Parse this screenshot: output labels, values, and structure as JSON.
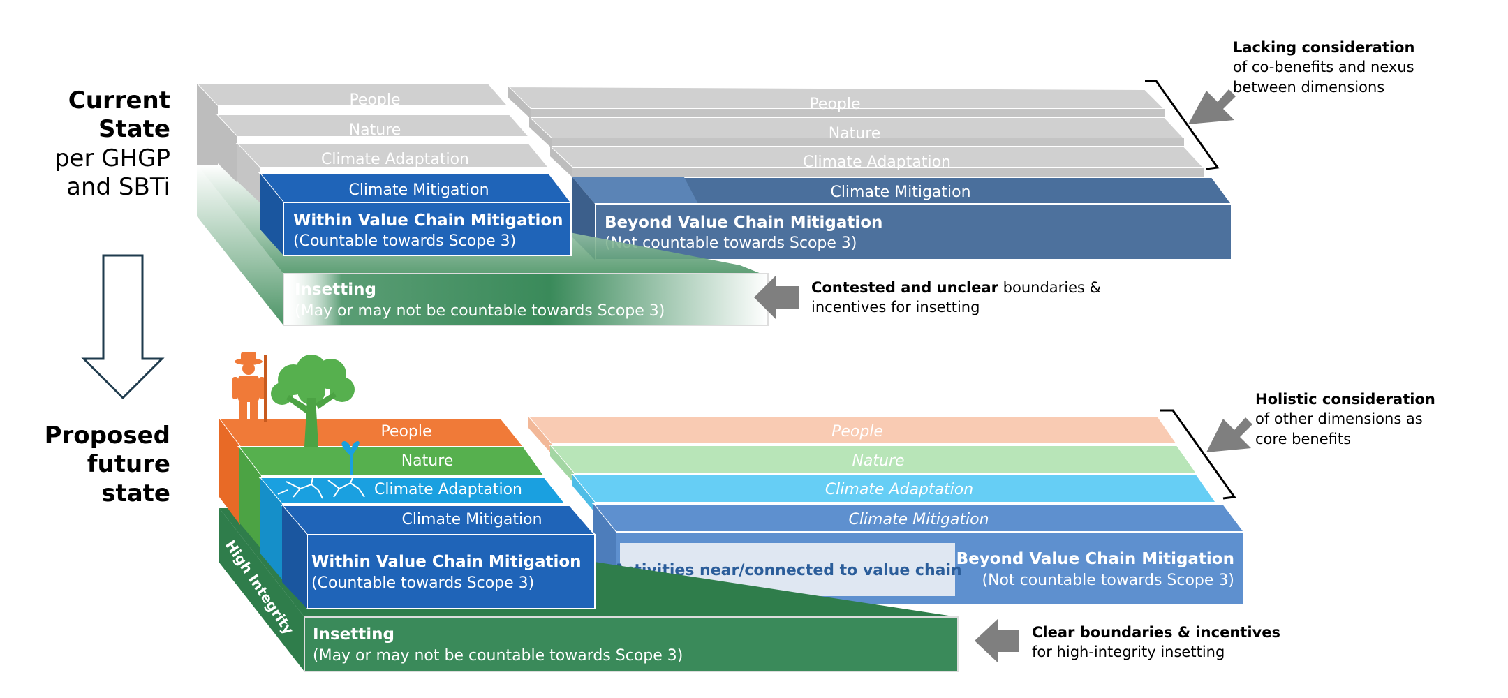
{
  "current": {
    "heading_line1": "Current",
    "heading_line2": "State",
    "heading_line3": "per GHGP",
    "heading_line4": "and SBTi",
    "left_layers": {
      "people": "People",
      "nature": "Nature",
      "adaptation": "Climate Adaptation",
      "mitigation": "Climate Mitigation"
    },
    "right_layers": {
      "people": "People",
      "nature": "Nature",
      "adaptation": "Climate Adaptation",
      "mitigation": "Climate Mitigation"
    },
    "within_title": "Within Value Chain Mitigation",
    "within_sub": "(Countable towards Scope 3)",
    "beyond_title": "Beyond Value Chain Mitigation",
    "beyond_sub": "(Not countable towards Scope 3)",
    "insetting_title": "Insetting",
    "insetting_sub": "(May or may not be countable towards Scope 3)",
    "note_top_bold": "Lacking consideration",
    "note_top_line2": "of co-benefits and nexus",
    "note_top_line3": "between dimensions",
    "note_mid_bold": "Contested and unclear",
    "note_mid_rest": " boundaries &",
    "note_mid_line2": "incentives for insetting"
  },
  "future": {
    "heading_line1": "Proposed",
    "heading_line2": "future",
    "heading_line3": "state",
    "left_layers": {
      "people": "People",
      "nature": "Nature",
      "adaptation": "Climate Adaptation",
      "mitigation": "Climate Mitigation"
    },
    "right_layers": {
      "people": "People",
      "nature": "Nature",
      "adaptation": "Climate Adaptation",
      "mitigation": "Climate Mitigation"
    },
    "high_integrity": "High Integrity",
    "within_title": "Within Value Chain Mitigation",
    "within_sub": "(Countable towards Scope 3)",
    "near_activities": "Activities near/connected to value chain",
    "beyond_title": "Beyond Value Chain Mitigation",
    "beyond_sub": "(Not countable towards Scope 3)",
    "insetting_title": "Insetting",
    "insetting_sub": "(May or may not be countable towards Scope 3)",
    "note_top_bold": "Holistic consideration",
    "note_top_line2": "of other dimensions as",
    "note_top_line3": "core benefits",
    "note_bottom_bold": "Clear boundaries & incentives",
    "note_bottom_line2": "for high-integrity insetting"
  },
  "colors": {
    "grey_face": "#cdcdcd",
    "grey_top": "#d9d9d9",
    "within_blue": "#1f64b8",
    "beyond_blue": "#4c6f9a",
    "green_dark": "#3a8a5a",
    "orange": "#f07a38",
    "nature_green": "#56b04e",
    "adapt_blue": "#1aa0e0",
    "future_beyond": "#5b8fd0",
    "peach": "#f9c9b0",
    "mint": "#b5e4b5",
    "sky": "#63cdf5",
    "arrow_grey": "#7f7f7f"
  },
  "icons": [
    "farmer-icon",
    "tree-icon",
    "sprout-icon",
    "roots-icon",
    "down-arrow-icon",
    "pointer-arrow-icon"
  ]
}
